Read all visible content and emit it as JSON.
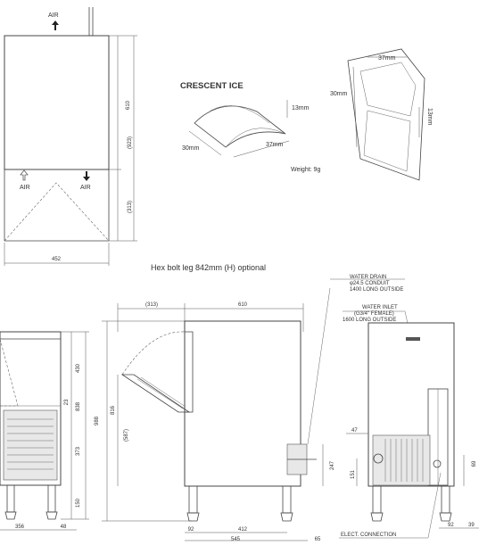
{
  "top_view": {
    "air_top": "AIR",
    "air_left": "AIR",
    "air_right": "AIR",
    "dim_610": "610",
    "dim_923": "(923)",
    "dim_313": "(313)",
    "dim_452": "452"
  },
  "crescent": {
    "title": "CRESCENT ICE",
    "dim_13": "13mm",
    "dim_30": "30mm",
    "dim_37": "37mm",
    "weight": "Weight: 9g"
  },
  "cube": {
    "dim_37": "37mm",
    "dim_30": "30mm",
    "dim_13": "13mm"
  },
  "option_note": "Hex bolt leg 842mm (H) optional",
  "front_view": {
    "dim_430": "430",
    "dim_23": "23",
    "dim_838": "838",
    "dim_373": "373",
    "dim_150": "150",
    "dim_356": "356",
    "dim_48": "48"
  },
  "side_view": {
    "dim_313": "(313)",
    "dim_610": "610",
    "dim_988": "988",
    "dim_816": "816",
    "dim_587": "(587)",
    "dim_247": "247",
    "dim_92": "92",
    "dim_412": "412",
    "dim_545": "545",
    "dim_65": "65"
  },
  "rear_view": {
    "water_drain_title": "WATER DRAIN",
    "water_drain_spec": "φ24.5 CONDUIT",
    "water_drain_length": "1400 LONG OUTSIDE",
    "water_inlet_title": "WATER INLET",
    "water_inlet_spec": "(G3/4\" FEMALE)",
    "water_inlet_length": "1600 LONG OUTSIDE",
    "dim_47": "47",
    "dim_151": "151",
    "dim_69": "69",
    "dim_92": "92",
    "dim_39": "39",
    "elect_connection": "ELECT. CONNECTION"
  }
}
